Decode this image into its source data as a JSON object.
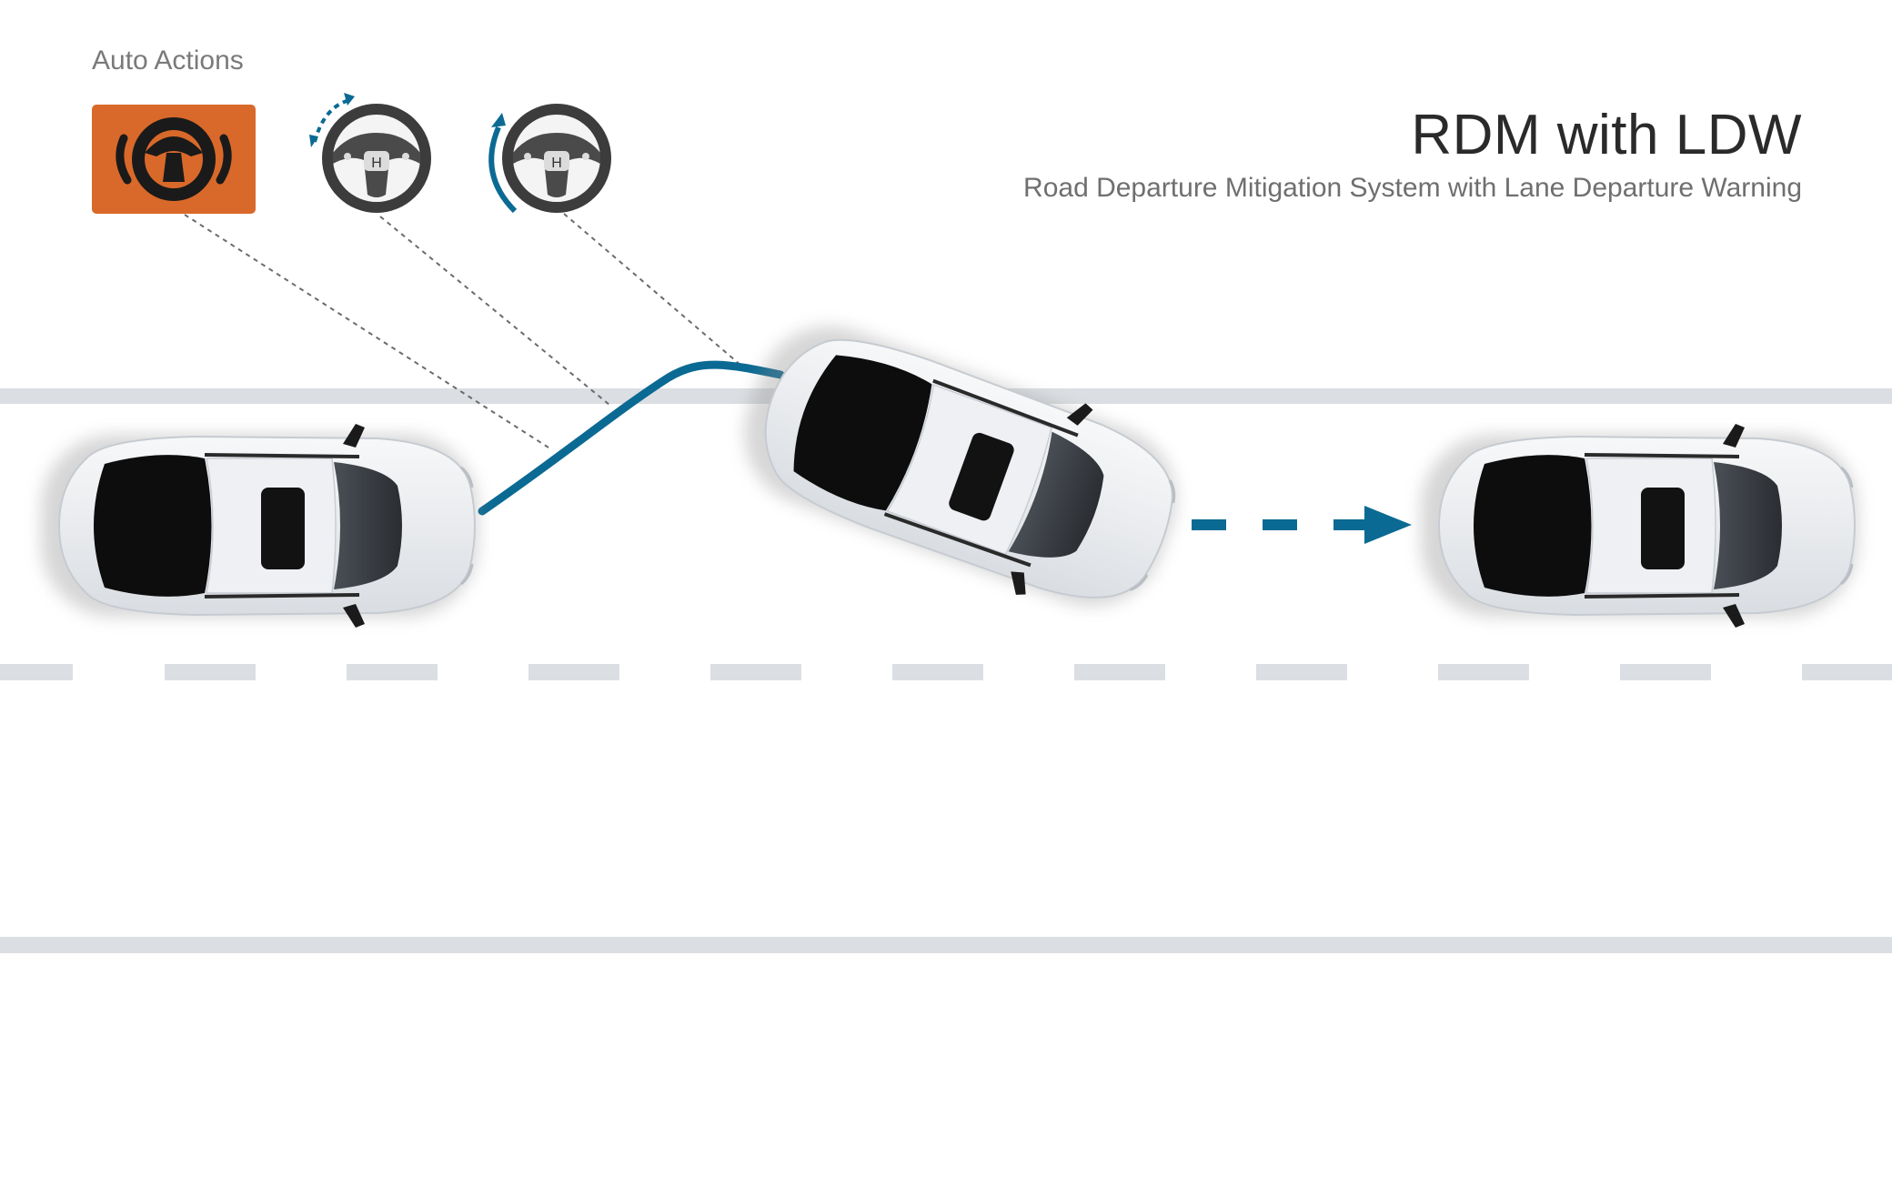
{
  "caption": "Auto Actions",
  "title": "RDM with LDW",
  "subtitle": "Road Departure Mitigation System with Lane Departure Warning",
  "icons": [
    "steering-wheel-warning-icon",
    "steering-wheel-correction-icon",
    "steering-wheel-return-icon"
  ],
  "colors": {
    "accent": "#0b6a93",
    "warning": "#d9692a",
    "lane": "#dbdee2",
    "guide": "#6b6b6b",
    "car_body": "#eef0f3",
    "car_glass": "#111111"
  }
}
